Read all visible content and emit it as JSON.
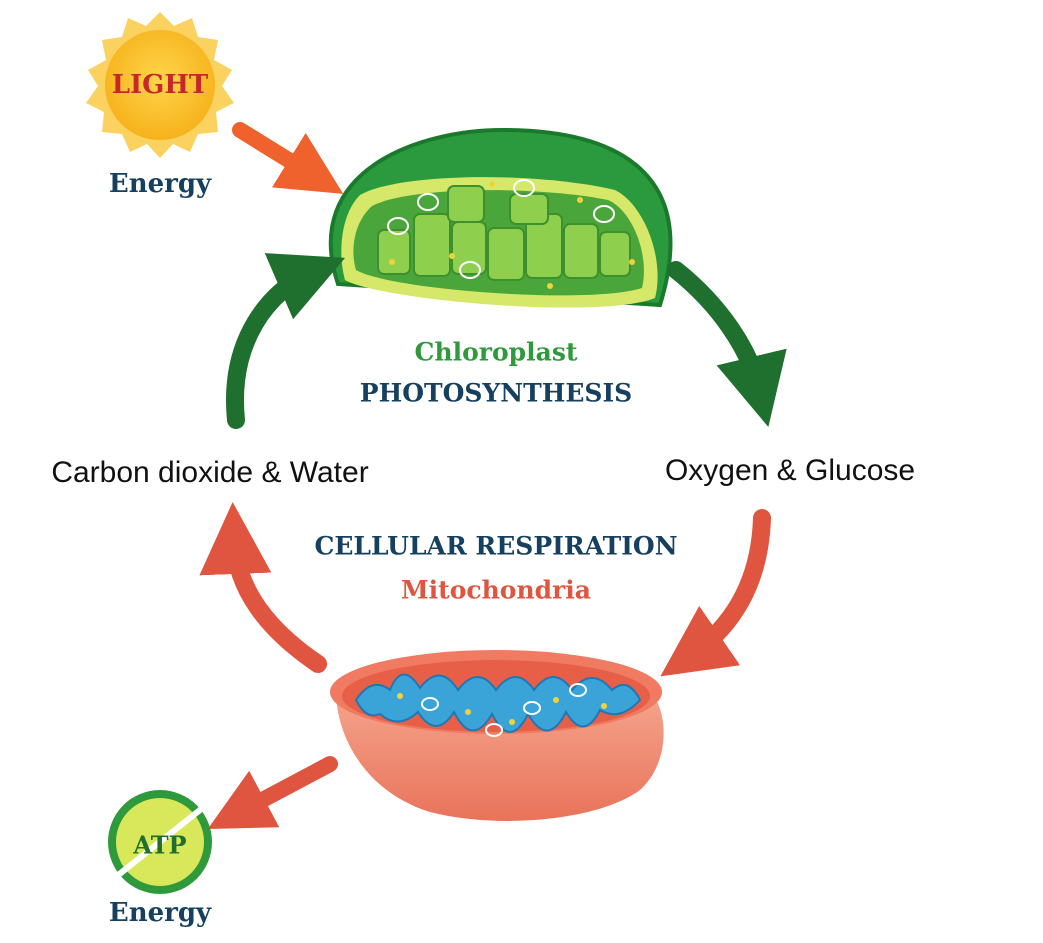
{
  "sun": {
    "label": "LIGHT",
    "caption": "Energy",
    "icon": "sun-icon"
  },
  "chloroplast": {
    "name": "Chloroplast",
    "process": "PHOTOSYNTHESIS",
    "icon": "chloroplast-icon"
  },
  "mitochondria": {
    "name": "Mitochondria",
    "process": "CELLULAR RESPIRATION",
    "icon": "mitochondria-icon"
  },
  "atp": {
    "label": "ATP",
    "caption": "Energy",
    "icon": "atp-badge-icon"
  },
  "inputs_label": "Carbon dioxide & Water",
  "outputs_label": "Oxygen & Glucose",
  "colors": {
    "green_dark": "#1f6f2e",
    "green_label": "#2f9a3c",
    "navy": "#16405f",
    "red_orange": "#e0553f",
    "sun_arrow": "#f0622d",
    "light_text": "#c8262b"
  }
}
